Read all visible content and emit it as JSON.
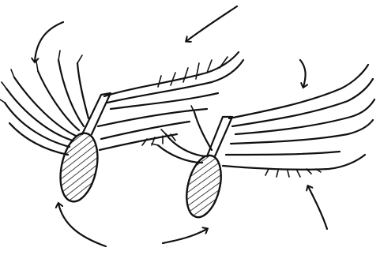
{
  "diagram": {
    "kind": "hand-drawn sketch",
    "elements": {
      "left_seed": {
        "hatched": true
      },
      "right_seed": {
        "hatched": true
      },
      "arrows": [
        {
          "name": "arrow-top-left",
          "direction": "down"
        },
        {
          "name": "arrow-top-center",
          "direction": "down-left"
        },
        {
          "name": "arrow-right-upper",
          "direction": "down"
        },
        {
          "name": "arrow-right-lower",
          "direction": "up-left"
        },
        {
          "name": "arrow-bottom-left",
          "direction": "up"
        },
        {
          "name": "arrow-bottom-center",
          "direction": "up-right"
        }
      ]
    },
    "colors": {
      "ink": "#111111",
      "background": "#ffffff"
    }
  }
}
